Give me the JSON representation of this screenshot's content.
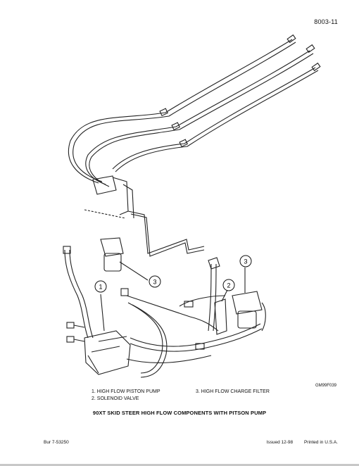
{
  "header": {
    "page_number": "8003-11"
  },
  "figure": {
    "id": "GM99F039",
    "callouts": [
      "1",
      "3",
      "2",
      "3"
    ]
  },
  "legend": {
    "item1": "1.  HIGH FLOW PISTON PUMP",
    "item2": "2.  SOLENOID VALVE",
    "item3": "3.  HIGH FLOW CHARGE FILTER"
  },
  "caption": "90XT SKID STEER HIGH FLOW COMPONENTS WITH PITSON PUMP",
  "footer": {
    "doc_number": "Bur 7-53250",
    "issued": "Issued 12-98",
    "printed": "Printed in U.S.A."
  }
}
